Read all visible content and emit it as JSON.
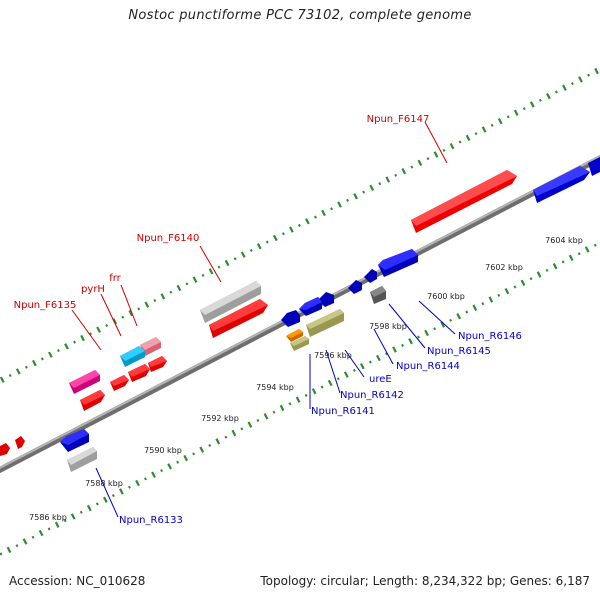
{
  "title": "Nostoc punctiforme PCC 73102, complete genome",
  "footer": {
    "accession": "Accession: NC_010628",
    "summary": "Topology: circular; Length: 8,234,322 bp; Genes: 6,187"
  },
  "colors": {
    "backbone": "#8a8a8a",
    "tick": "#2e8b2e",
    "forward_label": "#cc0000",
    "reverse_label": "#0000cc"
  },
  "tick_labels": [
    "7586 kbp",
    "7588 kbp",
    "7590 kbp",
    "7592 kbp",
    "7594 kbp",
    "7596 kbp",
    "7598 kbp",
    "7600 kbp",
    "7602 kbp",
    "7604 kbp"
  ],
  "forward_labels": [
    "Npun_F6147",
    "Npun_F6140",
    "frr",
    "pyrH",
    "Npun_F6135"
  ],
  "reverse_labels": [
    "Npun_R6146",
    "Npun_R6145",
    "Npun_R6144",
    "ureE",
    "Npun_R6142",
    "Npun_R6141",
    "Npun_R6133"
  ]
}
